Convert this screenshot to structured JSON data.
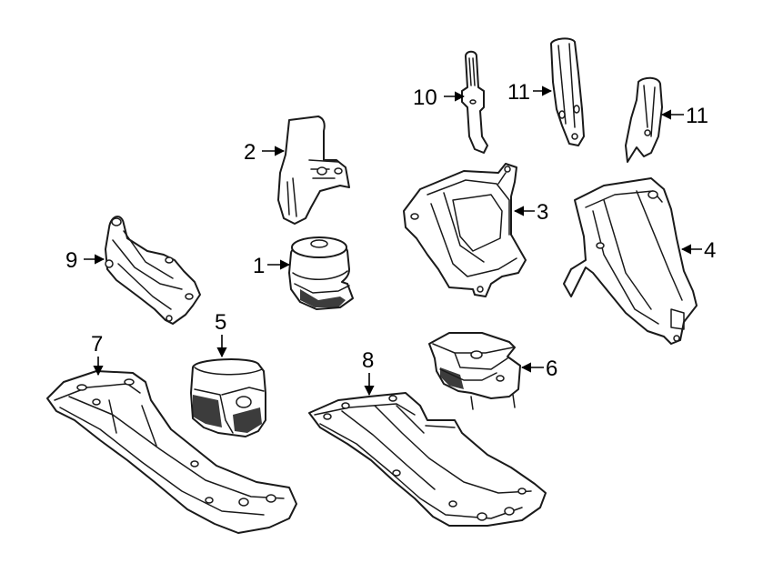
{
  "callouts": [
    {
      "id": "1",
      "label": "1"
    },
    {
      "id": "2",
      "label": "2"
    },
    {
      "id": "3",
      "label": "3"
    },
    {
      "id": "4",
      "label": "4"
    },
    {
      "id": "5",
      "label": "5"
    },
    {
      "id": "6",
      "label": "6"
    },
    {
      "id": "7",
      "label": "7"
    },
    {
      "id": "8",
      "label": "8"
    },
    {
      "id": "9",
      "label": "9"
    },
    {
      "id": "10",
      "label": "10"
    },
    {
      "id": "11a",
      "label": "11"
    },
    {
      "id": "11b",
      "label": "11"
    }
  ],
  "colors": {
    "line": "#1a1a1a",
    "background": "#ffffff"
  }
}
